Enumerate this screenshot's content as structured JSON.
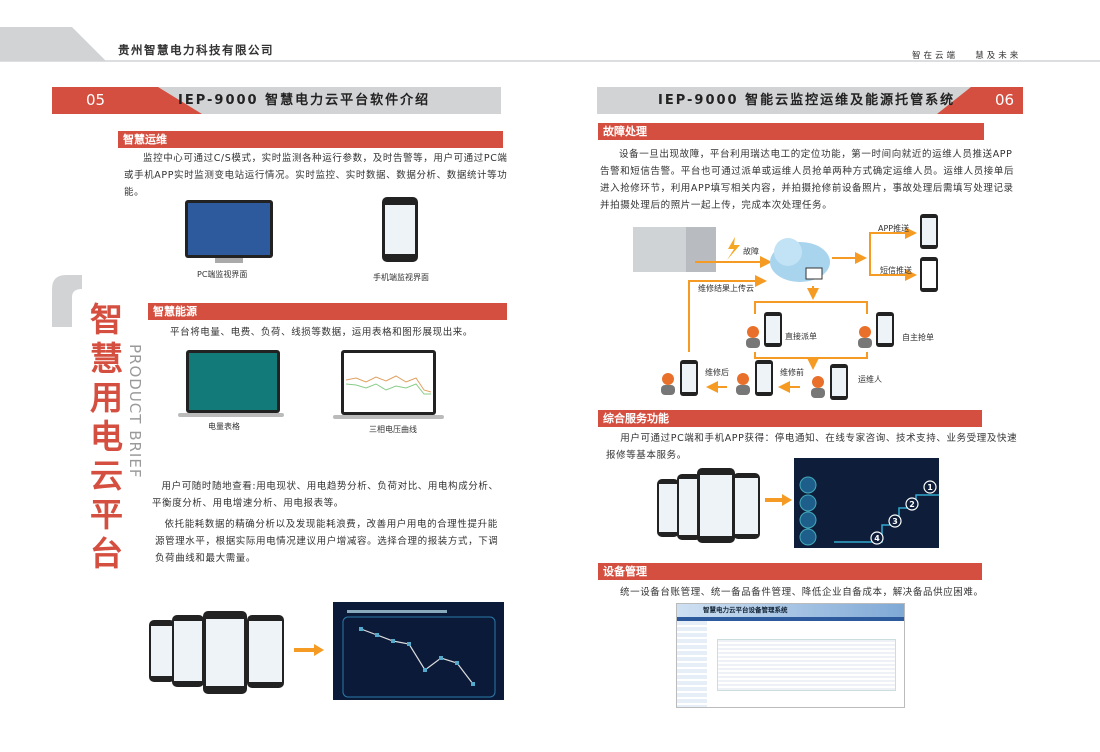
{
  "header": {
    "company": "贵州智慧电力科技有限公司",
    "slogan": "智在云端　 慧及未来"
  },
  "left": {
    "page_num": "05",
    "title": "IEP-9000 智慧电力云平台软件介绍",
    "side_title": "智慧用电云平台",
    "side_subtitle": "PRODUCT BRIEF",
    "sec1": {
      "title": "智慧运维",
      "text": "监控中心可通过C/S模式，实时监测各种运行参数，及时告警等，用户可通过PC端或手机APP实时监测变电站运行情况。实时监控、实时数据、数据分析、数据统计等功能。",
      "cap_pc": "PC端监视界面",
      "cap_phone": "手机端监视界面"
    },
    "sec2": {
      "title": "智慧能源",
      "text": "平台将电量、电费、负荷、线损等数据，运用表格和图形展现出来。",
      "cap_table": "电量表格",
      "cap_curve": "三相电压曲线",
      "p2": "用户可随时随地查看:用电现状、用电趋势分析、负荷对比、用电构成分析、平衡度分析、用电增速分析、用电报表等。",
      "p3": "依托能耗数据的精确分析以及发现能耗浪费，改善用户用电的合理性提升能源管理水平，根据实际用电情况建议用户增减容。选择合理的报装方式，下调负荷曲线和最大需量。"
    }
  },
  "right": {
    "page_num": "06",
    "title": "IEP-9000 智能云监控运维及能源托管系统",
    "sec1": {
      "title": "故障处理",
      "text": "设备一旦出现故障，平台利用瑞达电工的定位功能，第一时间向就近的运维人员推送APP告警和短信告警。平台也可通过派单或运维人员抢单两种方式确定运维人员。运维人员接单后进入抢修环节，利用APP填写相关内容，并拍摄抢修前设备照片，事故处理后需填写处理记录并拍摄处理后的照片一起上传，完成本次处理任务。",
      "diagram": {
        "fault": "故障",
        "app_push": "APP推送",
        "sms_push": "短信推送",
        "upload": "维修结果上传云",
        "dispatch": "直接派单",
        "grab": "自主抢单",
        "after": "维修后",
        "before": "维修前",
        "staff": "运维人"
      }
    },
    "sec2": {
      "title": "综合服务功能",
      "text": "用户可通过PC端和手机APP获得：停电通知、在线专家咨询、技术支持、业务受理及快速报修等基本服务。"
    },
    "sec3": {
      "title": "设备管理",
      "text": "统一设备台账管理、统一备品备件管理、降低企业自备成本，解决备品供应困难。",
      "screenshot_title": "智慧电力云平台设备管理系统"
    }
  },
  "colors": {
    "accent": "#d44f40",
    "gray": "#d2d3d5",
    "arrow": "#f59a23"
  }
}
